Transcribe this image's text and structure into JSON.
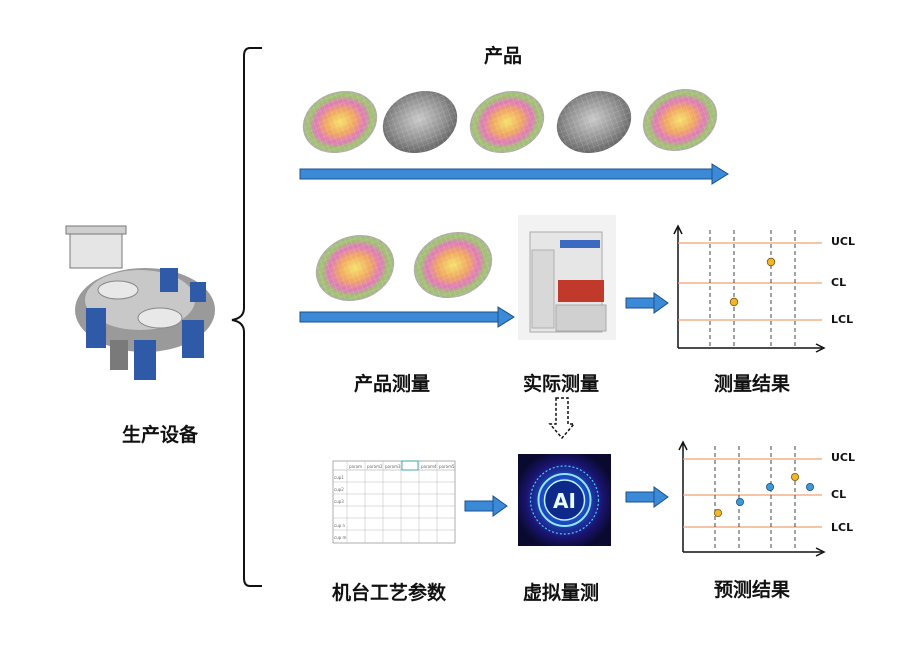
{
  "labels": {
    "product": "产品",
    "equipment": "生产设备",
    "product_measurement": "产品测量",
    "actual_measurement": "实际测量",
    "measurement_result": "测量结果",
    "machine_params": "机台工艺参数",
    "virtual_measurement": "虚拟量测",
    "prediction_result": "预测结果",
    "ai": "AI"
  },
  "chart_actual": {
    "ucl": "UCL",
    "cl": "CL",
    "lcl": "LCL"
  },
  "chart_predicted": {
    "ucl": "UCL",
    "cl": "CL",
    "lcl": "LCL"
  },
  "param_table": {
    "headers": [
      "param",
      "param2",
      "param3",
      "param4",
      "param5"
    ],
    "rows": [
      "cup1",
      "cup2",
      "cup3",
      "",
      "cup n",
      "cup m"
    ]
  },
  "colors": {
    "arrow": "#3a8ad8",
    "control_line": "#f0a070",
    "point_orange": "#f5b52a",
    "point_blue": "#3b9bd6"
  }
}
